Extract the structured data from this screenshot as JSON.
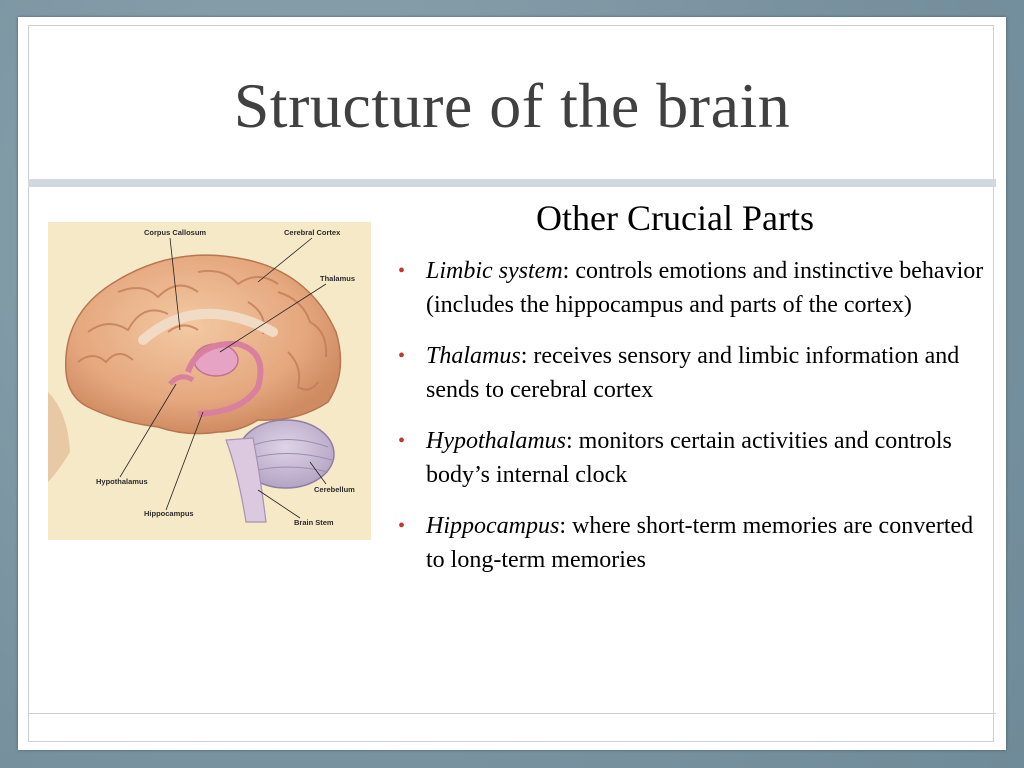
{
  "slide": {
    "title": "Structure of the brain",
    "subtitle": "Other Crucial Parts"
  },
  "figure": {
    "labels": {
      "corpus_callosum": "Corpus Callosum",
      "cerebral_cortex": "Cerebral Cortex",
      "thalamus": "Thalamus",
      "hypothalamus": "Hypothalamus",
      "cerebellum": "Cerebellum",
      "hippocampus": "Hippocampus",
      "brain_stem": "Brain Stem"
    }
  },
  "bullets": [
    {
      "term": "Limbic system",
      "text": ": controls emotions and instinctive behavior (includes the hippocampus and parts of the cortex)"
    },
    {
      "term": "Thalamus",
      "text": ": receives sensory and limbic information and sends to cerebral cortex"
    },
    {
      "term": "Hypothalamus",
      "text": ": monitors certain activities and controls body’s internal clock"
    },
    {
      "term": "Hippocampus",
      "text": ": where short-term memories are converted to long-term memories"
    }
  ],
  "colors": {
    "bullet": "#c0392b",
    "title": "#404040",
    "background": "#7f9aa5"
  }
}
